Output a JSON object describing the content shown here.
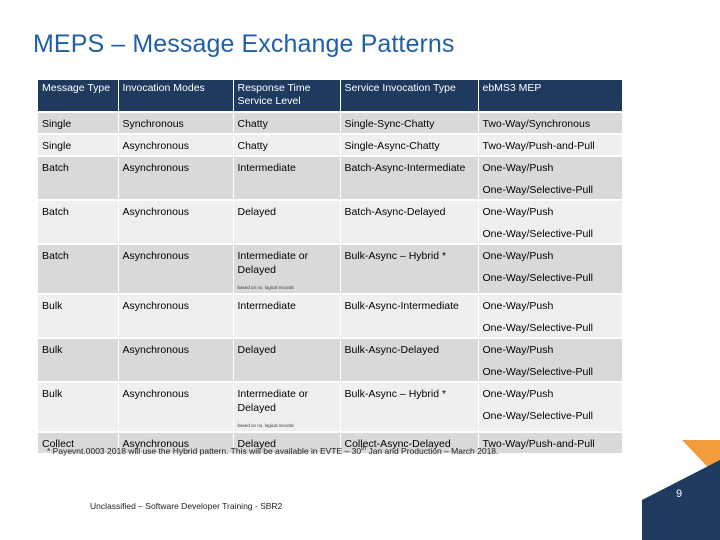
{
  "title": "MEPS – Message Exchange Patterns",
  "table": {
    "headers": [
      "Message Type",
      "Invocation Modes",
      "Response Time Service Level",
      "Service Invocation Type",
      "ebMS3 MEP"
    ],
    "rows": [
      {
        "type": "Single",
        "mode": "Synchronous",
        "response": "Chatty",
        "response_note": "",
        "invocation": "Single-Sync-Chatty",
        "mep": "Two-Way/Synchronous",
        "mep2": ""
      },
      {
        "type": "Single",
        "mode": "Asynchronous",
        "response": "Chatty",
        "response_note": "",
        "invocation": "Single-Async-Chatty",
        "mep": "Two-Way/Push-and-Pull",
        "mep2": ""
      },
      {
        "type": "Batch",
        "mode": "Asynchronous",
        "response": "Intermediate",
        "response_note": "",
        "invocation": "Batch-Async-Intermediate",
        "mep": "One-Way/Push",
        "mep2": "One-Way/Selective-Pull"
      },
      {
        "type": "Batch",
        "mode": "Asynchronous",
        "response": "Delayed",
        "response_note": "",
        "invocation": "Batch-Async-Delayed",
        "mep": "One-Way/Push",
        "mep2": "One-Way/Selective-Pull"
      },
      {
        "type": "Batch",
        "mode": "Asynchronous",
        "response": "Intermediate or Delayed",
        "response_note": "based on no. logical records",
        "invocation": "Bulk-Async – Hybrid *",
        "mep": "One-Way/Push",
        "mep2": "One-Way/Selective-Pull"
      },
      {
        "type": "Bulk",
        "mode": "Asynchronous",
        "response": "Intermediate",
        "response_note": "",
        "invocation": "Bulk-Async-Intermediate",
        "mep": "One-Way/Push",
        "mep2": "One-Way/Selective-Pull"
      },
      {
        "type": "Bulk",
        "mode": "Asynchronous",
        "response": "Delayed",
        "response_note": "",
        "invocation": "Bulk-Async-Delayed",
        "mep": "One-Way/Push",
        "mep2": "One-Way/Selective-Pull"
      },
      {
        "type": "Bulk",
        "mode": "Asynchronous",
        "response": "Intermediate or Delayed",
        "response_note": "based on no. logical records",
        "invocation": "Bulk-Async – Hybrid *",
        "mep": "One-Way/Push",
        "mep2": "One-Way/Selective-Pull"
      },
      {
        "type": "Collect",
        "mode": "Asynchronous",
        "response": "Delayed",
        "response_note": "",
        "invocation": "Collect-Async-Delayed",
        "mep": "Two-Way/Push-and-Pull",
        "mep2": ""
      }
    ]
  },
  "footnote": {
    "before": "* Payevnt.0003 2018 will use the Hybrid pattern. This will be available in EVTE – 30",
    "sup": "th",
    "after": " Jan and Production – March 2018."
  },
  "classification": "Unclassified – Software Developer Training - SBR2",
  "page_number": "9",
  "colors": {
    "title": "#1f5fa8",
    "header_bg": "#1e3a5f",
    "row_dark": "#d9d9d9",
    "row_light": "#efefef",
    "corner_navy": "#1e3a5f",
    "corner_orange": "#f39c3c"
  }
}
